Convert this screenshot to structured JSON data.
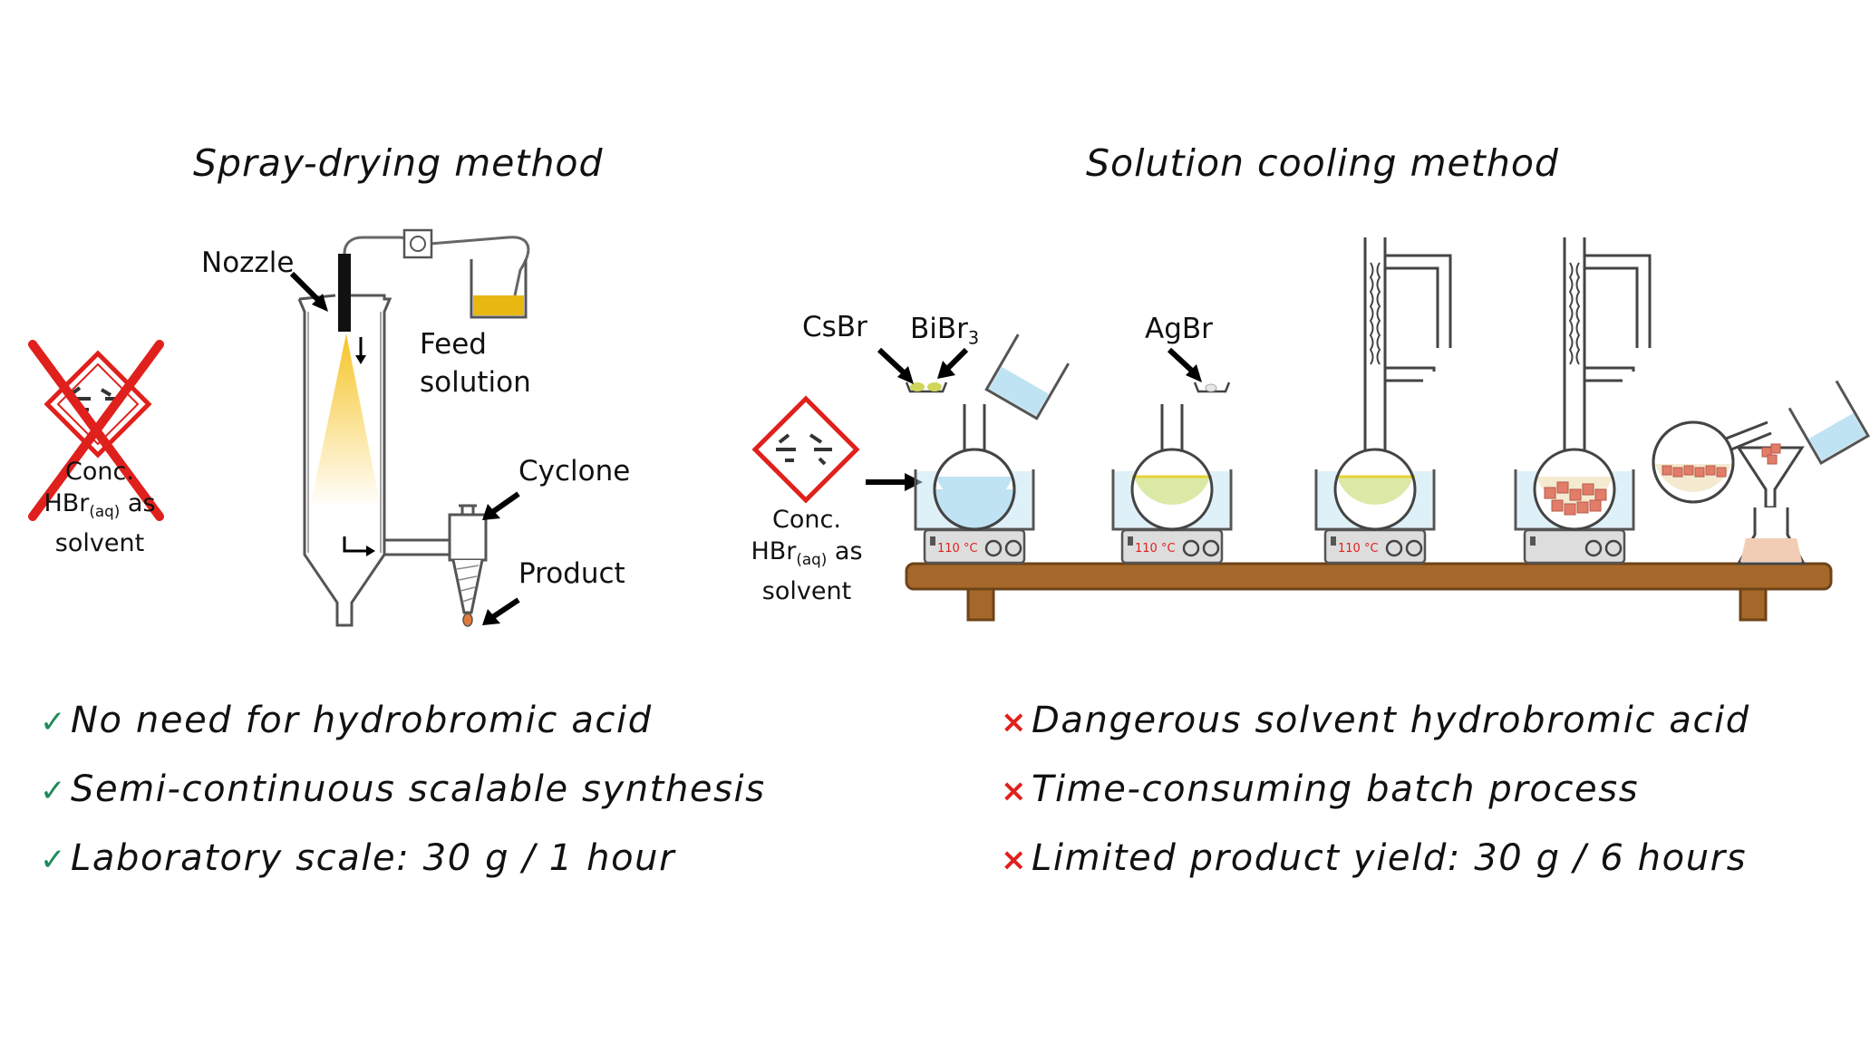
{
  "left": {
    "title": "Spray-drying method",
    "labels": {
      "nozzle": "Nozzle",
      "feed_line1": "Feed",
      "feed_line2": "solution",
      "cyclone": "Cyclone",
      "product": "Product",
      "hazard_line1": "Conc.",
      "hazard_hbr": "HBr",
      "hazard_sub": "(aq)",
      "hazard_as": " as",
      "hazard_line3": "solvent"
    },
    "bullets": [
      {
        "mark": "✓",
        "text": "No need for hydrobromic acid"
      },
      {
        "mark": "✓",
        "text": "Semi-continuous scalable synthesis"
      },
      {
        "mark": "✓",
        "text": "Laboratory scale: 30 g / 1 hour"
      }
    ]
  },
  "right": {
    "title": "Solution cooling method",
    "labels": {
      "csbr": "CsBr",
      "bibr": "BiBr",
      "bibr_sub": "3",
      "agbr": "AgBr",
      "hazard_line1": "Conc.",
      "hazard_hbr": "HBr",
      "hazard_sub": "(aq)",
      "hazard_as": " as",
      "hazard_line3": "solvent",
      "temperature": "110 °C"
    },
    "bullets": [
      {
        "mark": "×",
        "text": "Dangerous solvent hydrobromic acid"
      },
      {
        "mark": "×",
        "text": "Time-consuming batch process"
      },
      {
        "mark": "×",
        "text": "Limited product yield: 30 g / 6 hours"
      }
    ]
  },
  "colors": {
    "check": "#1f8a5b",
    "cross": "#e0201c",
    "hazard_border": "#e0201c",
    "spray": "#f6c425",
    "feed_liquid": "#e8b712",
    "water": "#bfe3f2",
    "green_solution": "#dbe9a6",
    "crystals": "#e27d6a",
    "wood": "#a5682a",
    "temp_text": "#e02020"
  }
}
